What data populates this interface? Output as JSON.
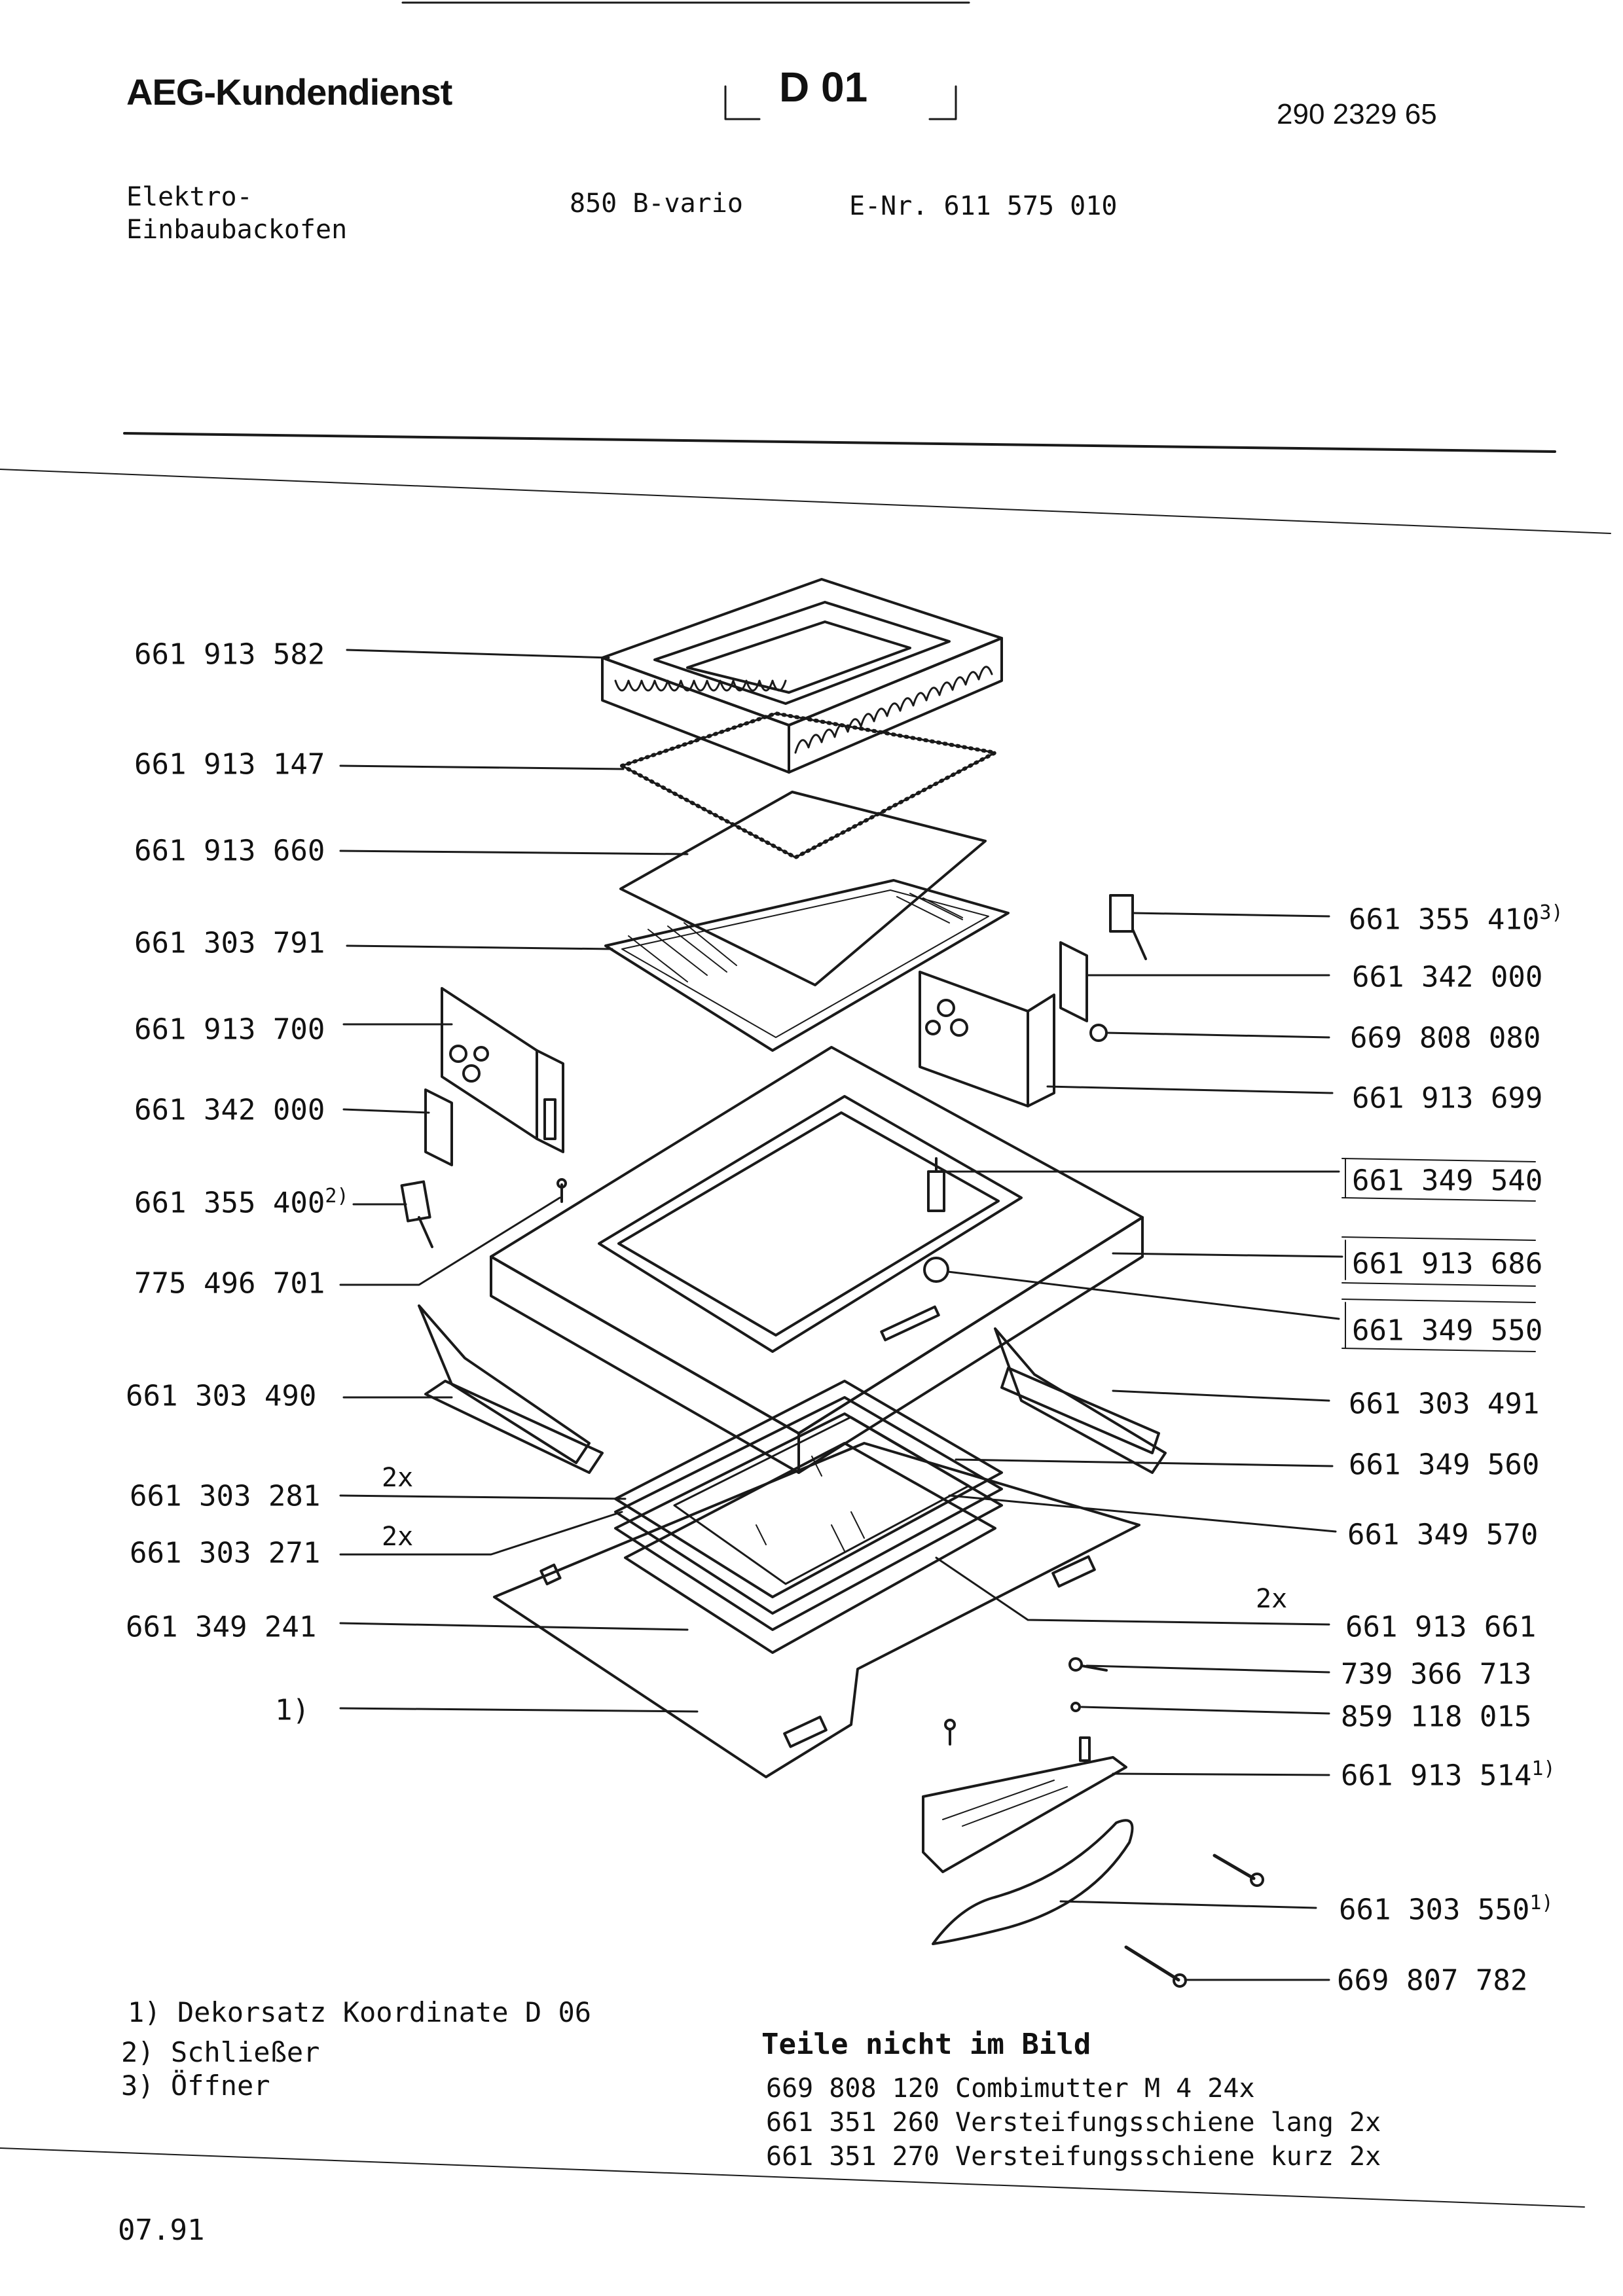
{
  "header": {
    "brand": "AEG-Kundendienst",
    "code": "D 01",
    "doc_number": "290 2329 65"
  },
  "product": {
    "category_line1": "Elektro-",
    "category_line2": "Einbaubackofen",
    "model": "850 B-vario",
    "enr": "E-Nr. 611 575 010"
  },
  "parts_left": [
    {
      "number": "661 913 582",
      "note": ""
    },
    {
      "number": "661 913 147",
      "note": ""
    },
    {
      "number": "661 913 660",
      "note": ""
    },
    {
      "number": "661 303 791",
      "note": ""
    },
    {
      "number": "661 913 700",
      "note": ""
    },
    {
      "number": "661 342 000",
      "note": ""
    },
    {
      "number": "661 355 400",
      "note": "2)"
    },
    {
      "number": "775 496 701",
      "note": ""
    },
    {
      "number": "661 303 490",
      "note": ""
    },
    {
      "number": "661 303 281",
      "note": ""
    },
    {
      "number": "661 303 271",
      "note": ""
    },
    {
      "number": "661 349 241",
      "note": ""
    },
    {
      "number": "1)",
      "note": ""
    }
  ],
  "parts_right": [
    {
      "number": "661 355 410",
      "note": "3)"
    },
    {
      "number": "661 342 000",
      "note": ""
    },
    {
      "number": "669 808 080",
      "note": ""
    },
    {
      "number": "661 913 699",
      "note": ""
    },
    {
      "number": "661 349 540",
      "note": ""
    },
    {
      "number": "661 913 686",
      "note": ""
    },
    {
      "number": "661 349 550",
      "note": ""
    },
    {
      "number": "661 303 491",
      "note": ""
    },
    {
      "number": "661 349 560",
      "note": ""
    },
    {
      "number": "661 349 570",
      "note": ""
    },
    {
      "number": "661 913 661",
      "note": ""
    },
    {
      "number": "739 366 713",
      "note": ""
    },
    {
      "number": "859 118 015",
      "note": ""
    },
    {
      "number": "661 913 514",
      "note": "1)"
    },
    {
      "number": "661 303 550",
      "note": "1)"
    },
    {
      "number": "669 807 782",
      "note": ""
    }
  ],
  "quantity_marks": [
    "2x",
    "2x",
    "2x"
  ],
  "footnotes": [
    "1) Dekorsatz Koordinate D 06",
    "2) Schließer",
    "3) Öffner"
  ],
  "not_shown": {
    "title": "Teile nicht im Bild",
    "items": [
      "669 808 120 Combimutter M 4 24x",
      "661 351 260 Versteifungsschiene lang 2x",
      "661 351 270 Versteifungsschiene kurz 2x"
    ]
  },
  "date": "07.91"
}
